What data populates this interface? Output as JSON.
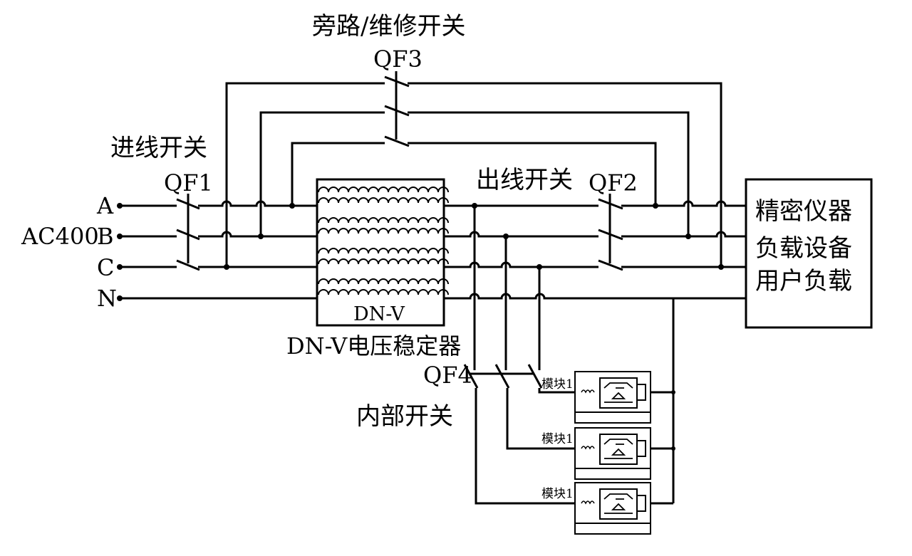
{
  "labels": {
    "bypass_switch": "旁路/维修开关",
    "qf3": "QF3",
    "incoming_switch": "进线开关",
    "qf1": "QF1",
    "outgoing_switch": "出线开关",
    "qf2": "QF2",
    "phase_a": "A",
    "phase_b": "B",
    "phase_c": "C",
    "phase_n": "N",
    "ac400": "AC400",
    "stabilizer_inner": "DN-V",
    "stabilizer_name": "DN-V电压稳定器",
    "qf4": "QF4",
    "internal_switch": "内部开关",
    "module_1": "模块1",
    "module_2": "模块1",
    "module_3": "模块1",
    "load_line1": "精密仪器",
    "load_line2": "负载设备",
    "load_line3": "用户负载"
  }
}
